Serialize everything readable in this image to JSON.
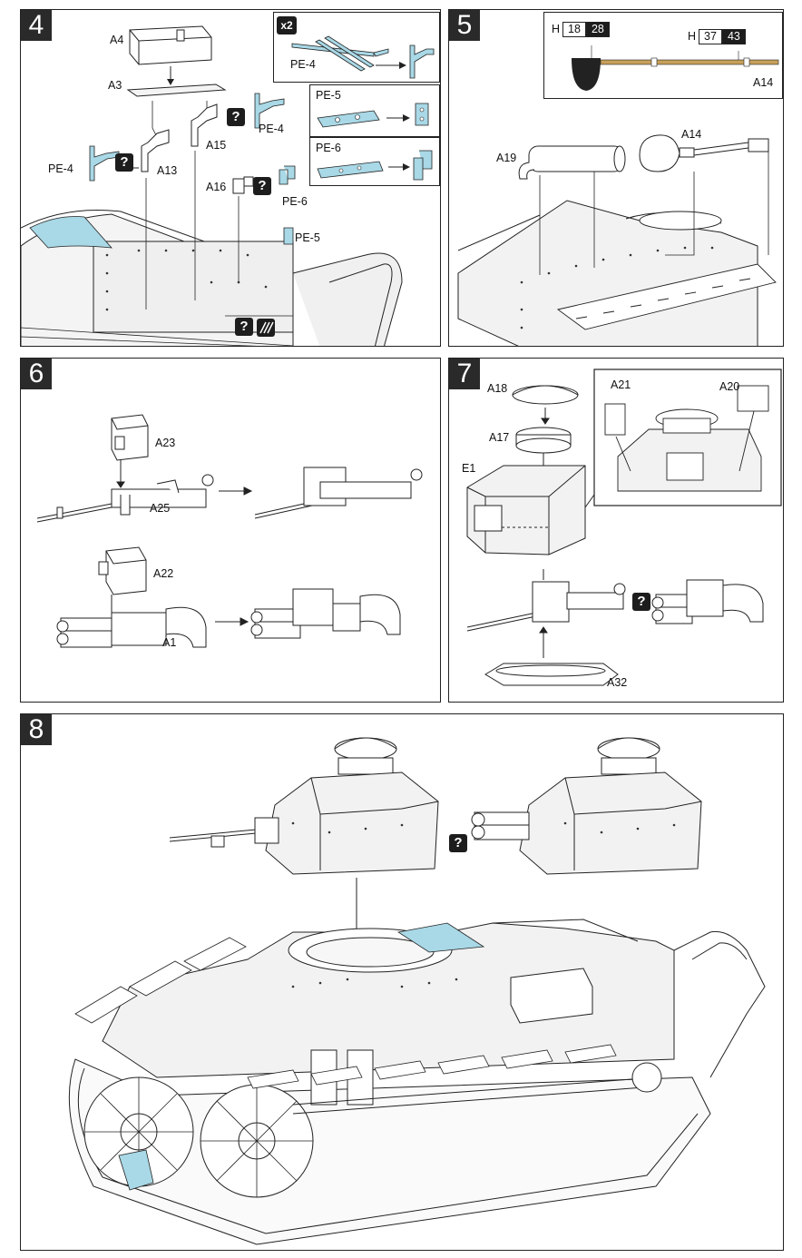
{
  "steps": {
    "s4": {
      "number": "4",
      "labels": {
        "a4": "A4",
        "a3": "A3",
        "a15": "A15",
        "a13": "A13",
        "a16": "A16",
        "pe4_left": "PE-4",
        "pe4_right": "PE-4",
        "pe6": "PE-6",
        "pe5": "PE-5"
      },
      "insets": {
        "x2": "x2",
        "pe4": "PE-4",
        "pe5": "PE-5",
        "pe6": "PE-6"
      },
      "badge": "?"
    },
    "s5": {
      "number": "5",
      "refs": [
        {
          "letter": "H",
          "white": "18",
          "black": "28"
        },
        {
          "letter": "H",
          "white": "37",
          "black": "43"
        }
      ],
      "labels": {
        "a14_top": "A14",
        "a19": "A19",
        "a14": "A14"
      }
    },
    "s6": {
      "number": "6",
      "labels": {
        "a23": "A23",
        "a25": "A25",
        "a22": "A22",
        "a1": "A1"
      }
    },
    "s7": {
      "number": "7",
      "labels": {
        "a18": "A18",
        "a17": "A17",
        "e1": "E1",
        "a32": "A32",
        "a21": "A21",
        "a20": "A20"
      },
      "badge": "?"
    },
    "s8": {
      "number": "8",
      "badge": "?"
    }
  },
  "colors": {
    "photo_etch": "#a9d8e6",
    "wood": "#c8a05a",
    "line": "#222222",
    "plate": "#e8e8e8"
  }
}
